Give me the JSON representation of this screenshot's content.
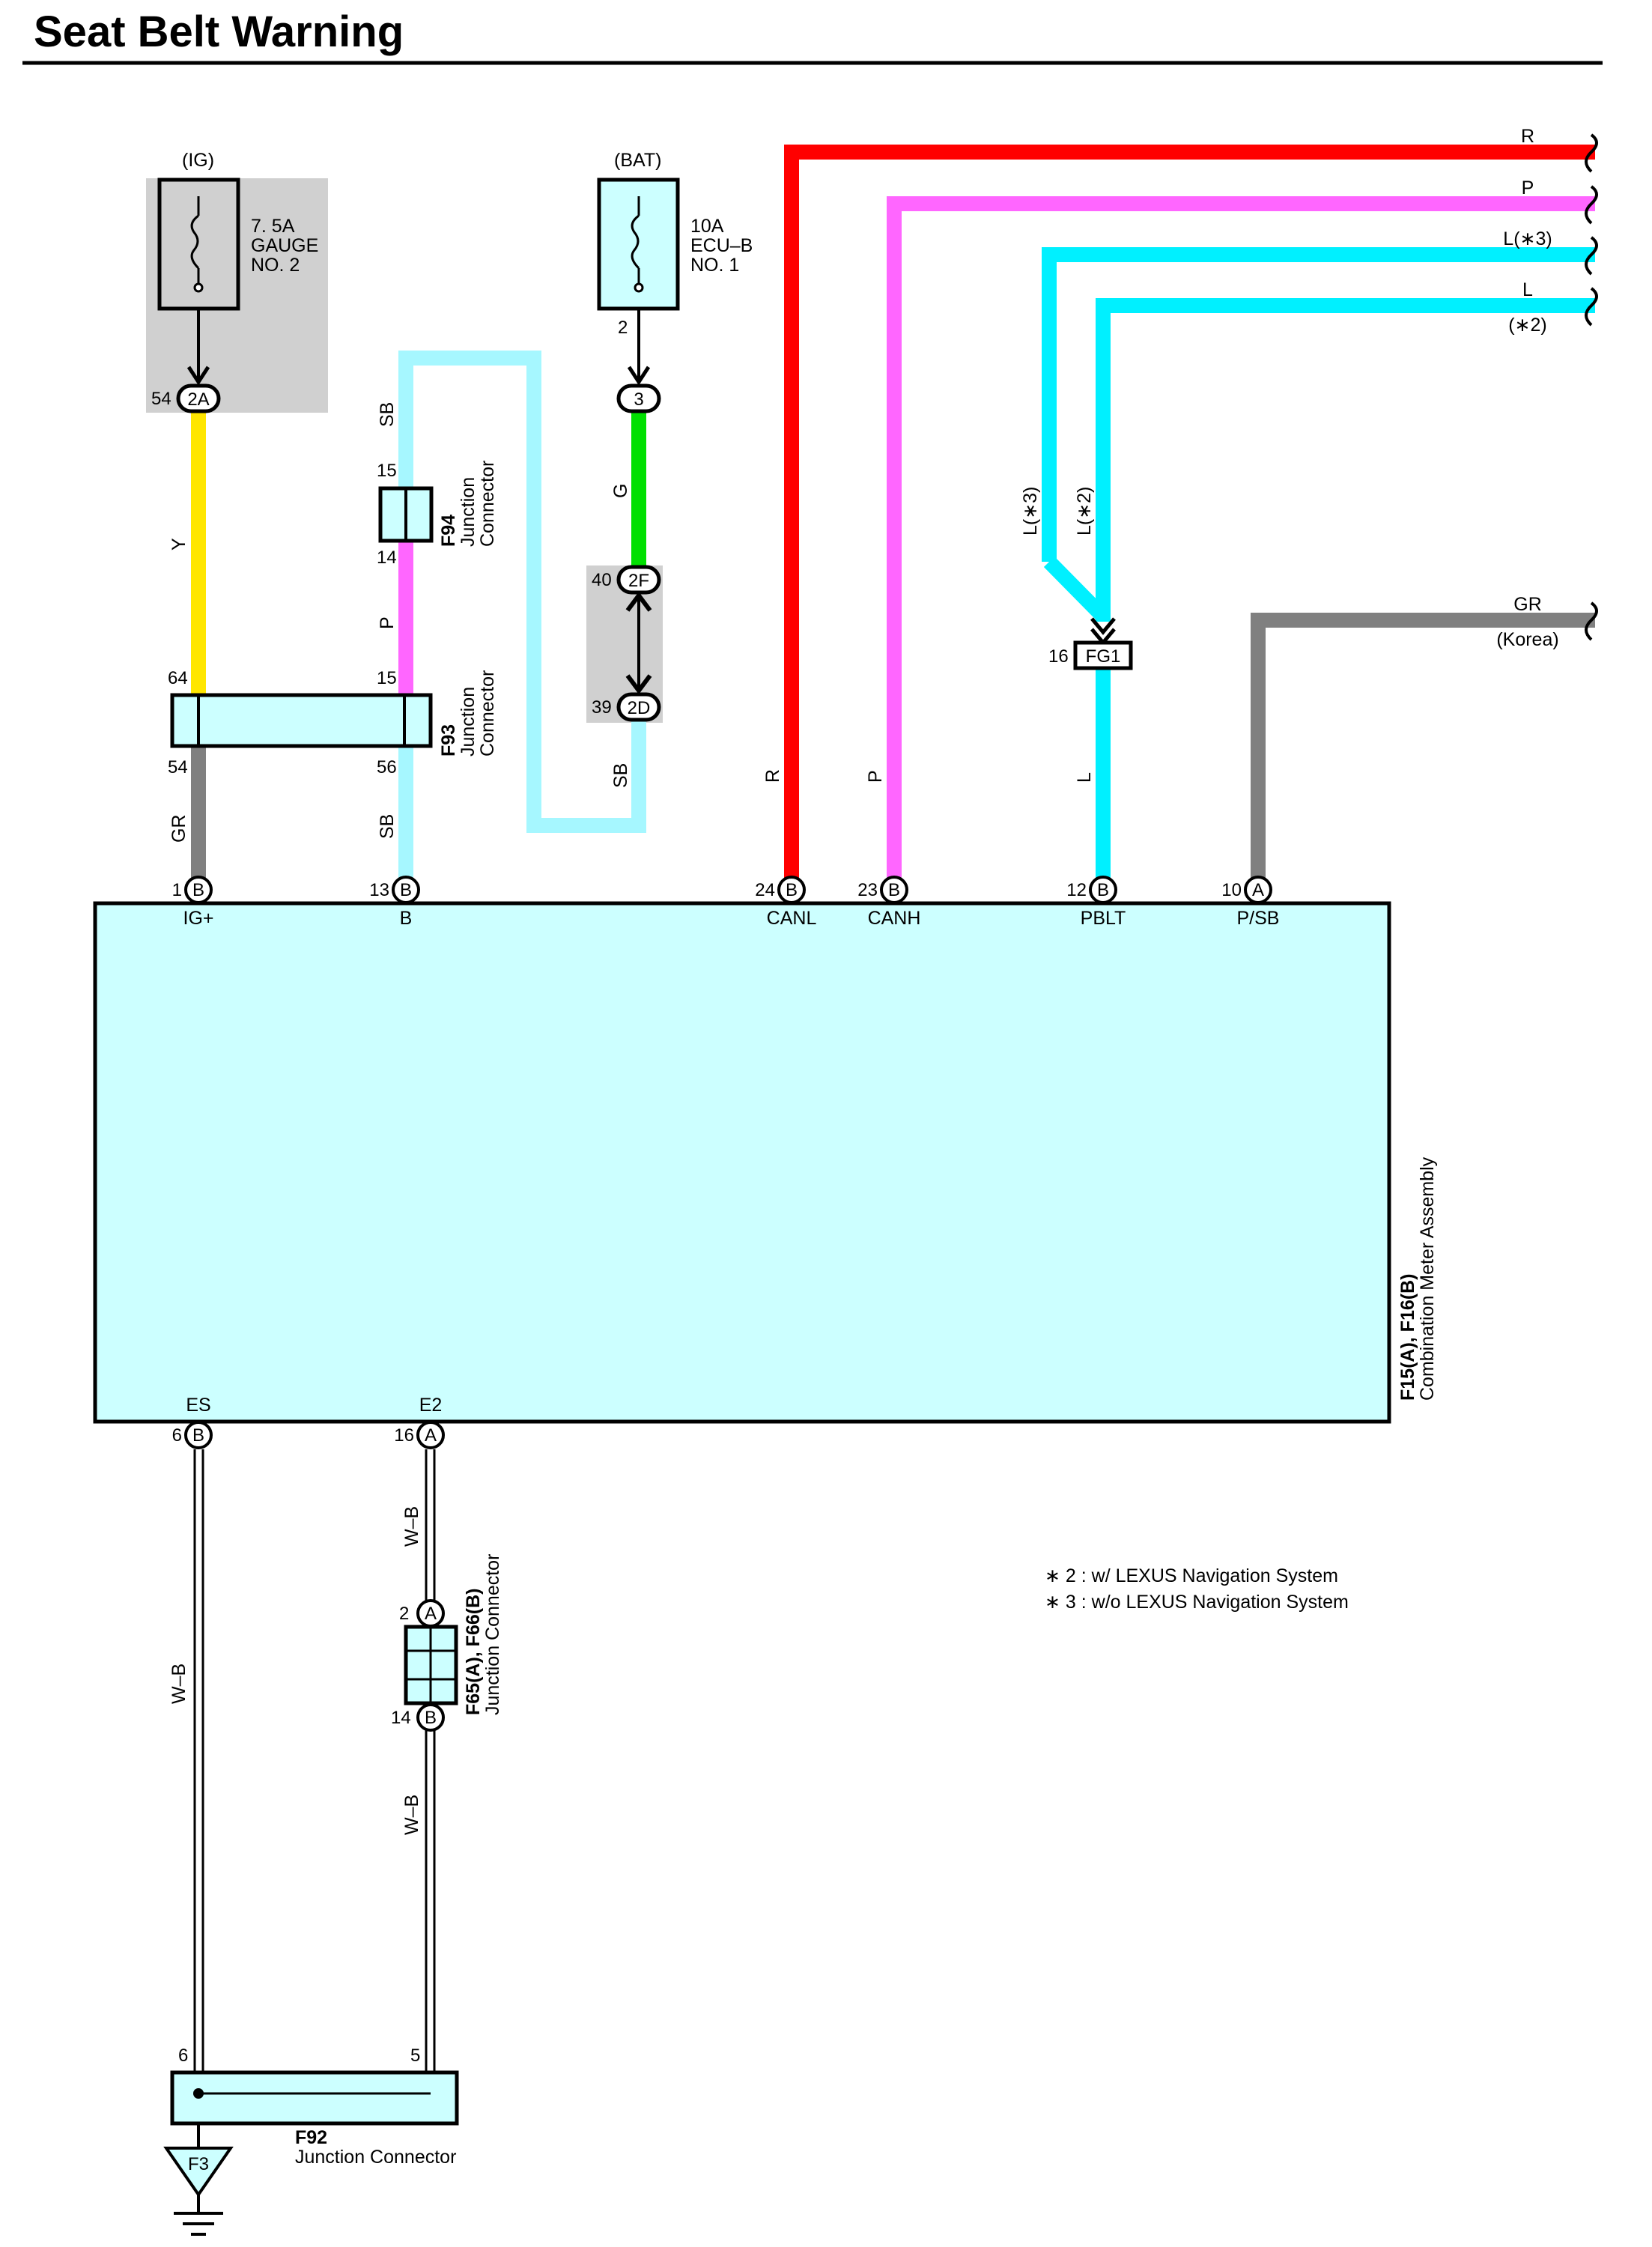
{
  "title": "Seat Belt Warning",
  "power": {
    "ig": {
      "source": "(IG)",
      "fuse_rating": "7. 5A",
      "fuse_name": "GAUGE",
      "fuse_no": "NO. 2"
    },
    "bat": {
      "source": "(BAT)",
      "fuse_rating": "10A",
      "fuse_name": "ECU–B",
      "fuse_no": "NO. 1",
      "pin": "2"
    }
  },
  "connectors": {
    "c2A": {
      "code": "2A",
      "pin": "54"
    },
    "c3": {
      "code": "3"
    },
    "c2F": {
      "code": "2F",
      "pin": "40"
    },
    "c2D": {
      "code": "2D",
      "pin": "39"
    },
    "fg1": {
      "code": "FG1",
      "pin": "16"
    },
    "f94": {
      "code": "F94",
      "name": "Junction",
      "name2": "Connector",
      "pin_top": "15",
      "pin_bottom": "14"
    },
    "f93": {
      "code": "F93",
      "name": "Junction",
      "name2": "Connector",
      "pin_tl": "64",
      "pin_tr": "15",
      "pin_bl": "54",
      "pin_br": "56"
    },
    "f65": {
      "code": "F65(A), F66(B)",
      "name": "Junction Connector",
      "pin_top": "2",
      "pin_top_conn": "A",
      "pin_bottom": "14",
      "pin_bottom_conn": "B"
    },
    "f92": {
      "code": "F92",
      "name": "Junction Connector",
      "pin_left": "6",
      "pin_right": "5"
    },
    "ground": {
      "code": "F3"
    }
  },
  "meter": {
    "code": "F15(A), F16(B)",
    "name": "Combination Meter Assembly",
    "top_terminals": [
      {
        "pin": "1",
        "conn": "B",
        "name": "IG+"
      },
      {
        "pin": "13",
        "conn": "B",
        "name": "B"
      },
      {
        "pin": "24",
        "conn": "B",
        "name": "CANL"
      },
      {
        "pin": "23",
        "conn": "B",
        "name": "CANH"
      },
      {
        "pin": "12",
        "conn": "B",
        "name": "PBLT"
      },
      {
        "pin": "10",
        "conn": "A",
        "name": "P/SB"
      }
    ],
    "bottom_terminals": [
      {
        "pin": "6",
        "conn": "B",
        "name": "ES"
      },
      {
        "pin": "16",
        "conn": "A",
        "name": "E2"
      }
    ]
  },
  "wires": {
    "y": "Y",
    "sb_top": "SB",
    "p_mid": "P",
    "gr": "GR",
    "sb_low": "SB",
    "g": "G",
    "sb_right": "SB",
    "r": "R",
    "p": "P",
    "l3": "L(∗3)",
    "l2": "L(∗2)",
    "l": "L",
    "wb_left": "W–B",
    "wb_top": "W–B",
    "wb_bottom": "W–B"
  },
  "right_edge": {
    "r": "R",
    "p": "P",
    "l3": "L(∗3)",
    "l": "L",
    "l_note": "(∗2)",
    "gr": "GR",
    "gr_note": "(Korea)"
  },
  "notes": [
    "∗ 2 : w/ LEXUS Navigation System",
    "∗ 3 : w/o LEXUS Navigation System"
  ],
  "colors": {
    "yellow": "#FFE600",
    "light_blue": "#A6F7FF",
    "pink": "#FF66FF",
    "gray": "#808080",
    "green": "#00E000",
    "red": "#FF0000",
    "cyan": "#00F0FF",
    "meter_fill": "#CCFFFF",
    "shade": "#D0D0D0",
    "connector_fill": "#CCFFFF"
  }
}
